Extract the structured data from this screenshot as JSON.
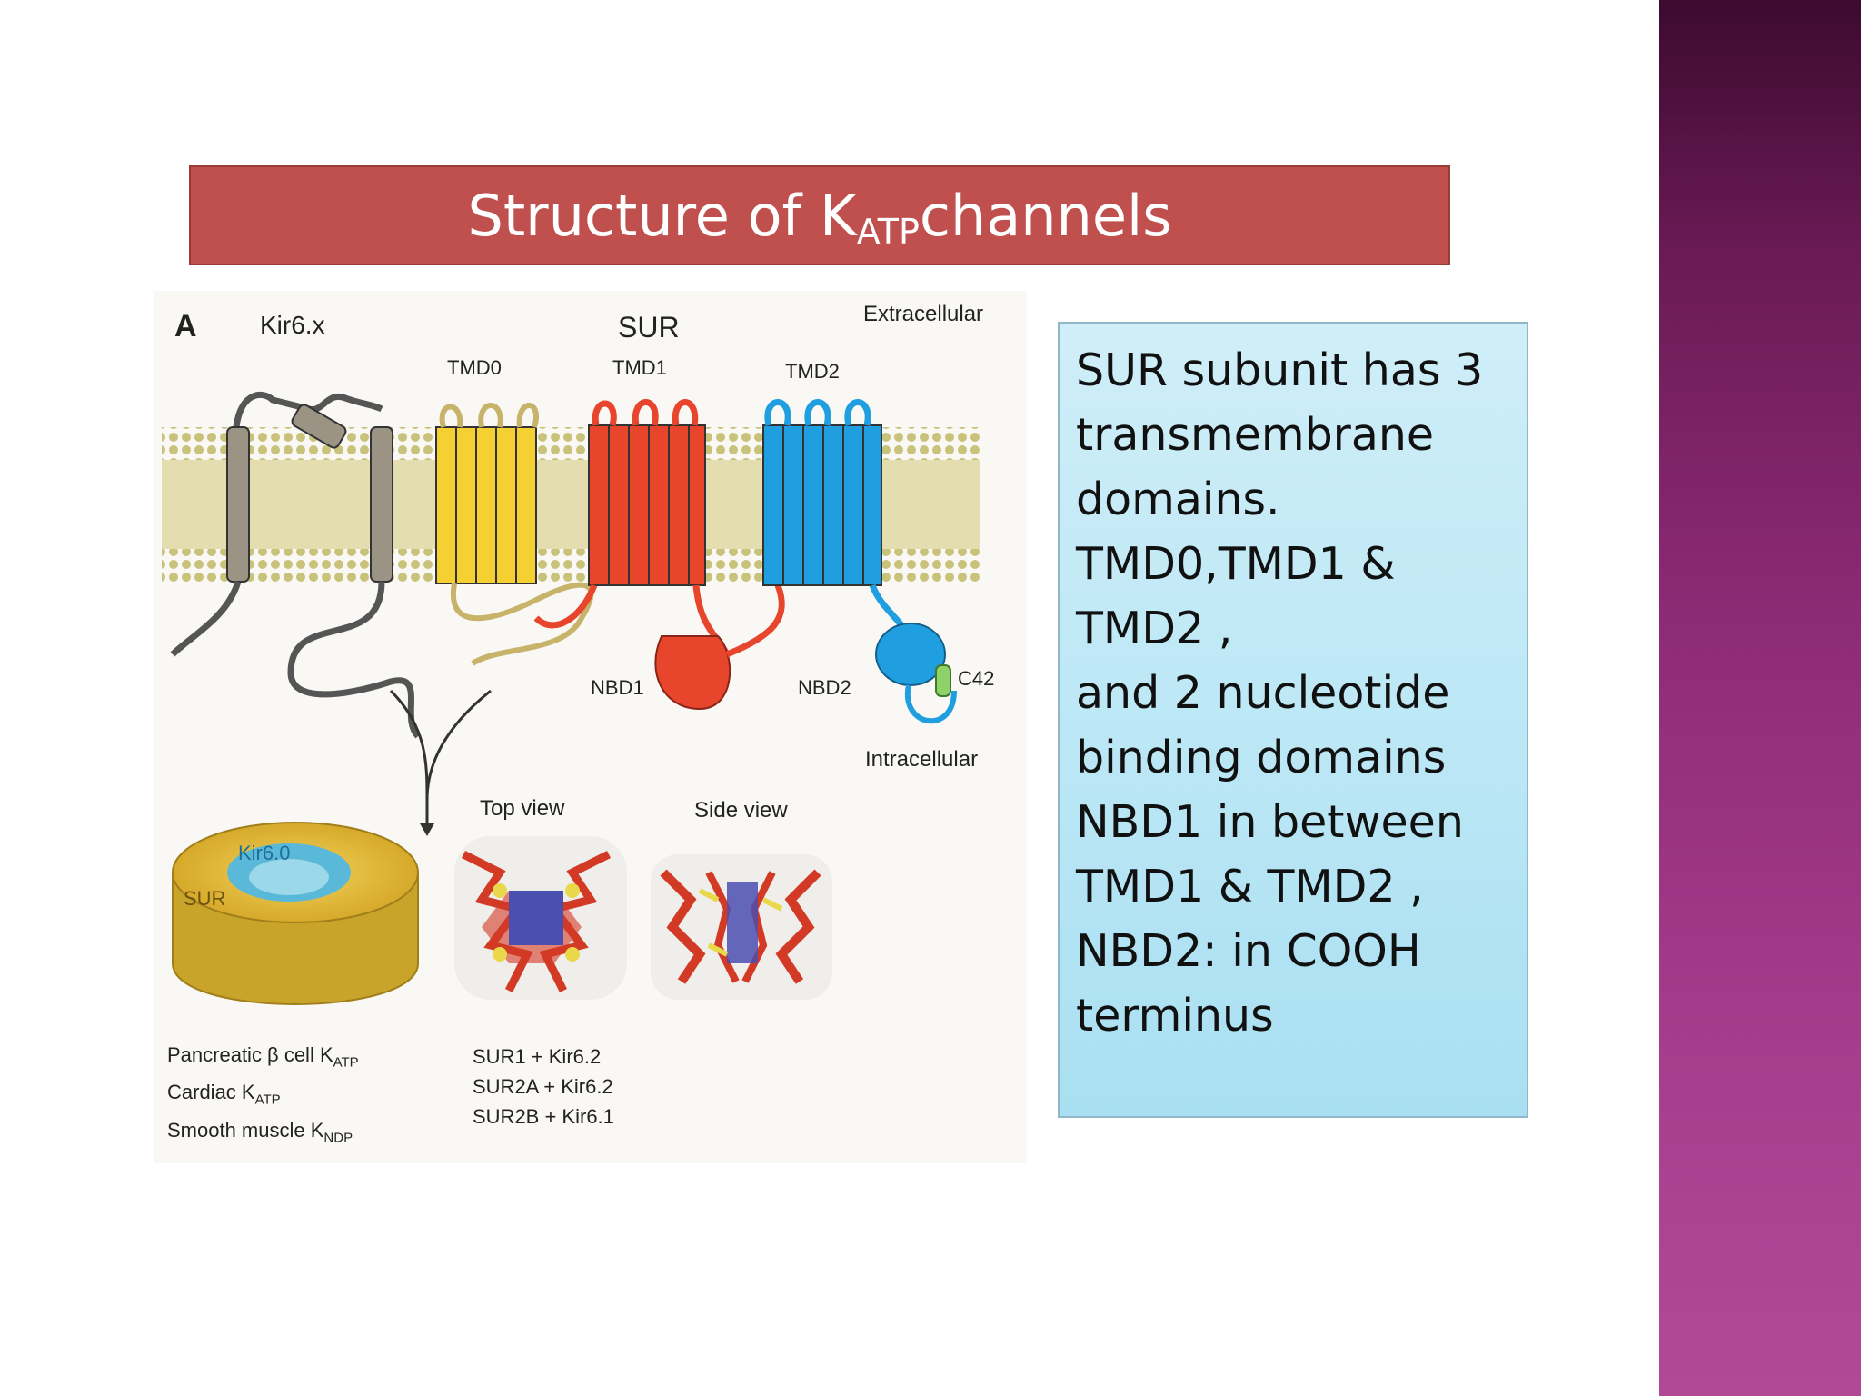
{
  "slide": {
    "title": {
      "main": "Structure of K",
      "sub": "ATP",
      "rest": " channels"
    },
    "figure": {
      "panel": "A",
      "kir": "Kir6.x",
      "sur": "SUR",
      "extracellular": "Extracellular",
      "intracellular": "Intracellular",
      "tmd0": "TMD0",
      "tmd1": "TMD1",
      "tmd2": "TMD2",
      "nbd1": "NBD1",
      "nbd2": "NBD2",
      "c42": "C42",
      "top_view": "Top view",
      "side_view": "Side view",
      "ring_kir": "Kir6.0",
      "ring_sur": "SUR",
      "types": [
        {
          "main": "Pancreatic β cell K",
          "sub": "ATP"
        },
        {
          "main": "Cardiac K",
          "sub": "ATP"
        },
        {
          "main": "Smooth muscle K",
          "sub": "NDP"
        }
      ],
      "combos": [
        "SUR1 + Kir6.2",
        "SUR2A + Kir6.2",
        "SUR2B + Kir6.1"
      ]
    },
    "info_lines": [
      "SUR subunit has 3",
      "transmembrane",
      "domains.",
      " TMD0,TMD1 &",
      "TMD2 ,",
      " and 2 nucleotide",
      "binding domains",
      "NBD1 in between",
      "TMD1 & TMD2 ,",
      "NBD2: in COOH",
      "terminus"
    ],
    "colors": {
      "title_bg": "#c0504d",
      "tmd0": "#f5d033",
      "tmd1": "#e8452d",
      "tmd2": "#1f9ee0",
      "sidebar": "#8e2b76"
    }
  }
}
